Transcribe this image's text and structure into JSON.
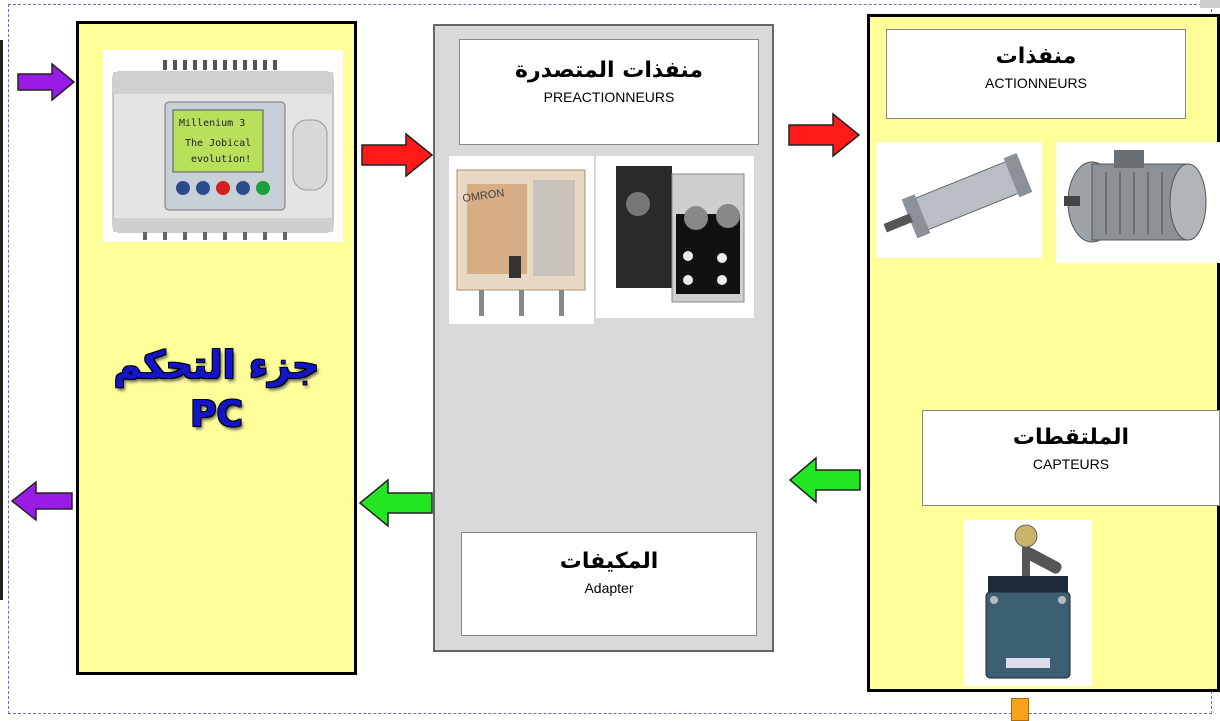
{
  "pc": {
    "title": "جزء التحكم",
    "abbr": "PC"
  },
  "preactuators": {
    "title_ar": "منفذات المتصدرة",
    "title_fr": "PREACTIONNEURS"
  },
  "adapters": {
    "title_ar": "المكيفات",
    "title_fr": "Adapter"
  },
  "actuators": {
    "title_ar": "منفذات",
    "title_fr": "ACTIONNEURS"
  },
  "sensors": {
    "title_ar": "الملتقطات",
    "title_fr": "CAPTEURS"
  },
  "plc_screen": {
    "line1": "Millenium 3",
    "line2": "The Jobical",
    "line3": "evolution!"
  },
  "colors": {
    "control_fill": "#ffff99",
    "process_fill": "#d9d9d9",
    "order_arrow": "#ff1a1a",
    "report_arrow": "#22e622",
    "io_arrow": "#9a1ae6",
    "title_blue": "#1414c8"
  }
}
